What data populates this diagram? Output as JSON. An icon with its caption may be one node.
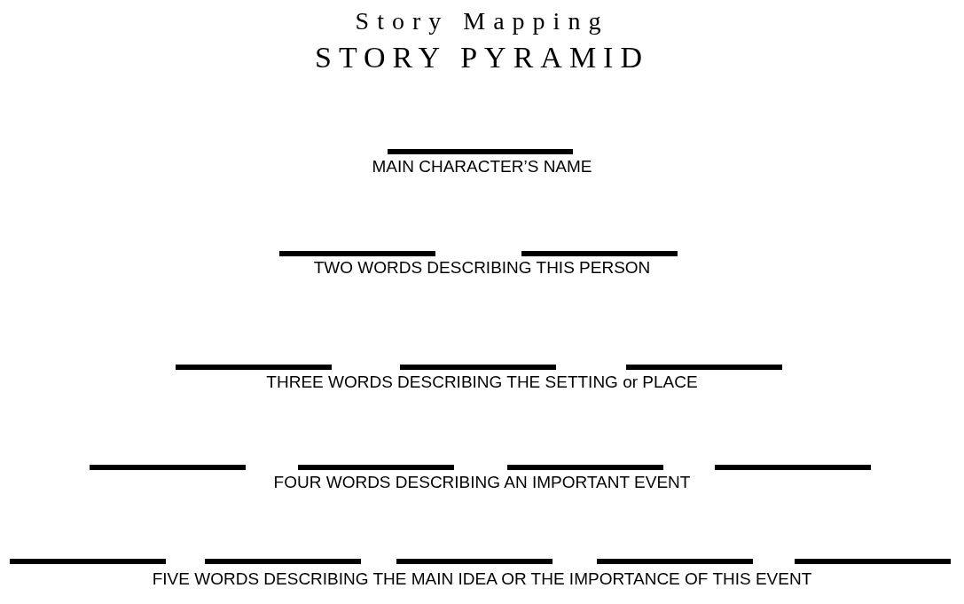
{
  "diagram": {
    "title": "Story Mapping",
    "labels": [
      "STORY PYRAMID",
      "MAIN CHARACTER’S NAME",
      "TWO WORDS DESCRIBING THIS PERSON",
      "THREE WORDS DESCRIBING THE SETTING or PLACE",
      "FOUR WORDS DESCRIBING AN IMPORTANT EVENT",
      "FIVE WORDS DESCRIBING THE MAIN IDEA OR THE IMPORTANCE OF THIS EVENT"
    ]
  }
}
